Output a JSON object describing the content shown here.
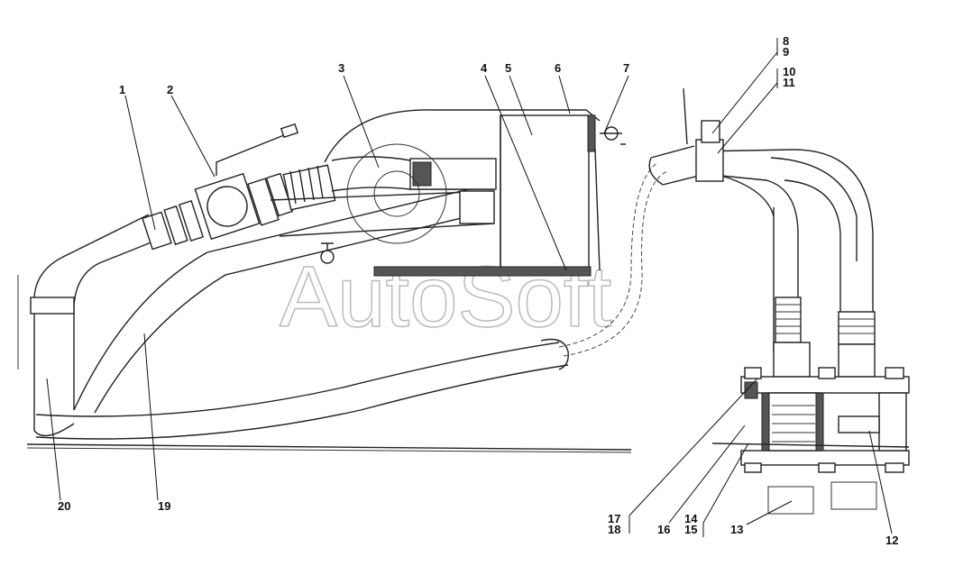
{
  "watermark": "AutoSoft",
  "callouts": {
    "c1": "1",
    "c2": "2",
    "c3": "3",
    "c4": "4",
    "c5": "5",
    "c6": "6",
    "c7": "7",
    "c8": "8",
    "c9": "9",
    "c10": "10",
    "c11": "11",
    "c12": "12",
    "c13": "13",
    "c14": "14",
    "c15": "15",
    "c16": "16",
    "c17": "17",
    "c18": "18",
    "c19": "19",
    "c20": "20"
  },
  "colors": {
    "line": "#222222",
    "hatch": "#555555",
    "watermark": "#bbbbbb"
  }
}
